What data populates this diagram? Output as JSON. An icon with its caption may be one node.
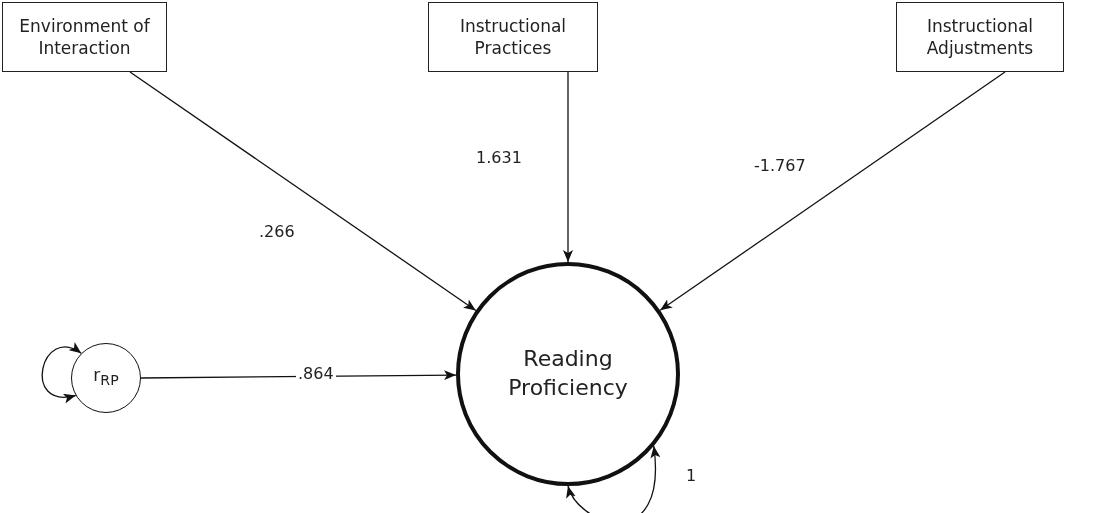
{
  "diagram": {
    "nodes": [
      {
        "text": [
          "Environment of Interaction"
        ]
      },
      {
        "text": [
          "Instructional Practices"
        ]
      },
      {
        "text": [
          "Instructional Adjustments"
        ]
      },
      {
        "text": [
          "r$_{RP}$"
        ]
      },
      {
        "text": [
          "Reading Proficiency"
        ]
      }
    ],
    "edges": [
      {
        "from": 0,
        "to": 4,
        "arrow": "to",
        "label": ".266"
      },
      {
        "from": 1,
        "to": 4,
        "arrow": "to",
        "label": "1.631"
      },
      {
        "from": 2,
        "to": 4,
        "arrow": "to",
        "label": "-1.767"
      },
      {
        "from": 3,
        "to": 4,
        "arrow": "to",
        "label": ".864"
      },
      {
        "from": 3,
        "to": 3,
        "arrow": "both"
      },
      {
        "from": 4,
        "to": 4,
        "arrow": "both",
        "label": "1"
      }
    ]
  }
}
